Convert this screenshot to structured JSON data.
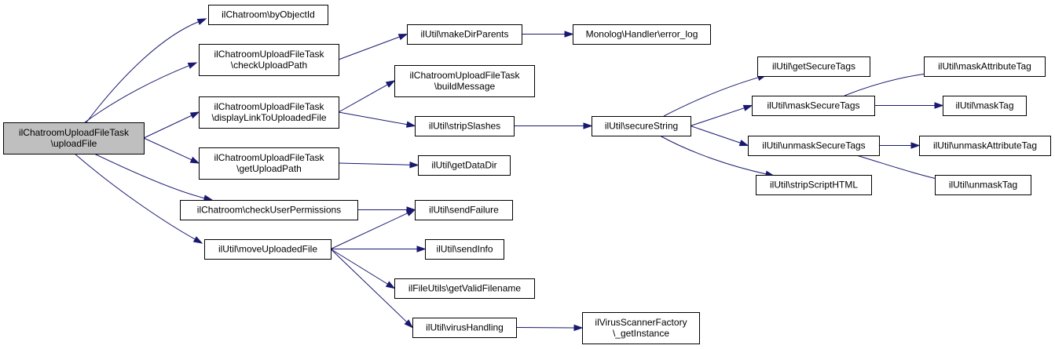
{
  "colors": {
    "edge": "#191970",
    "root_fill": "#bfbfbf",
    "node_fill": "#ffffff",
    "node_stroke": "#000000"
  },
  "nodes": [
    {
      "id": "uploadFile",
      "lines": [
        "ilChatroomUploadFileTask",
        "\\uploadFile"
      ],
      "root": true
    },
    {
      "id": "byObjectId",
      "lines": [
        "ilChatroom\\byObjectId"
      ]
    },
    {
      "id": "checkUploadPath",
      "lines": [
        "ilChatroomUploadFileTask",
        "\\checkUploadPath"
      ]
    },
    {
      "id": "displayLink",
      "lines": [
        "ilChatroomUploadFileTask",
        "\\displayLinkToUploadedFile"
      ]
    },
    {
      "id": "getUploadPath",
      "lines": [
        "ilChatroomUploadFileTask",
        "\\getUploadPath"
      ]
    },
    {
      "id": "checkUserPermissions",
      "lines": [
        "ilChatroom\\checkUserPermissions"
      ]
    },
    {
      "id": "moveUploadedFile",
      "lines": [
        "ilUtil\\moveUploadedFile"
      ]
    },
    {
      "id": "makeDirParents",
      "lines": [
        "ilUtil\\makeDirParents"
      ]
    },
    {
      "id": "errorLog",
      "lines": [
        "Monolog\\Handler\\error_log"
      ]
    },
    {
      "id": "buildMessage",
      "lines": [
        "ilChatroomUploadFileTask",
        "\\buildMessage"
      ]
    },
    {
      "id": "stripSlashes",
      "lines": [
        "ilUtil\\stripSlashes"
      ]
    },
    {
      "id": "getDataDir",
      "lines": [
        "ilUtil\\getDataDir"
      ]
    },
    {
      "id": "sendFailure",
      "lines": [
        "ilUtil\\sendFailure"
      ]
    },
    {
      "id": "sendInfo",
      "lines": [
        "ilUtil\\sendInfo"
      ]
    },
    {
      "id": "getValidFilename",
      "lines": [
        "ilFileUtils\\getValidFilename"
      ]
    },
    {
      "id": "virusHandling",
      "lines": [
        "ilUtil\\virusHandling"
      ]
    },
    {
      "id": "getInstance",
      "lines": [
        "ilVirusScannerFactory",
        "\\_getInstance"
      ]
    },
    {
      "id": "secureString",
      "lines": [
        "ilUtil\\secureString"
      ]
    },
    {
      "id": "getSecureTags",
      "lines": [
        "ilUtil\\getSecureTags"
      ]
    },
    {
      "id": "maskSecureTags",
      "lines": [
        "ilUtil\\maskSecureTags"
      ]
    },
    {
      "id": "unmaskSecureTags",
      "lines": [
        "ilUtil\\unmaskSecureTags"
      ]
    },
    {
      "id": "stripScriptHTML",
      "lines": [
        "ilUtil\\stripScriptHTML"
      ]
    },
    {
      "id": "maskAttributeTag",
      "lines": [
        "ilUtil\\maskAttributeTag"
      ]
    },
    {
      "id": "maskTag",
      "lines": [
        "ilUtil\\maskTag"
      ]
    },
    {
      "id": "unmaskAttributeTag",
      "lines": [
        "ilUtil\\unmaskAttributeTag"
      ]
    },
    {
      "id": "unmaskTag",
      "lines": [
        "ilUtil\\unmaskTag"
      ]
    }
  ],
  "edges": [
    {
      "from": "uploadFile",
      "to": "byObjectId"
    },
    {
      "from": "uploadFile",
      "to": "checkUploadPath"
    },
    {
      "from": "uploadFile",
      "to": "displayLink"
    },
    {
      "from": "uploadFile",
      "to": "getUploadPath"
    },
    {
      "from": "uploadFile",
      "to": "checkUserPermissions"
    },
    {
      "from": "uploadFile",
      "to": "moveUploadedFile"
    },
    {
      "from": "checkUploadPath",
      "to": "makeDirParents"
    },
    {
      "from": "makeDirParents",
      "to": "errorLog"
    },
    {
      "from": "displayLink",
      "to": "buildMessage"
    },
    {
      "from": "displayLink",
      "to": "stripSlashes"
    },
    {
      "from": "stripSlashes",
      "to": "secureString"
    },
    {
      "from": "getUploadPath",
      "to": "getDataDir"
    },
    {
      "from": "checkUserPermissions",
      "to": "sendFailure"
    },
    {
      "from": "moveUploadedFile",
      "to": "sendFailure"
    },
    {
      "from": "moveUploadedFile",
      "to": "sendInfo"
    },
    {
      "from": "moveUploadedFile",
      "to": "getValidFilename"
    },
    {
      "from": "moveUploadedFile",
      "to": "virusHandling"
    },
    {
      "from": "virusHandling",
      "to": "getInstance"
    },
    {
      "from": "secureString",
      "to": "getSecureTags"
    },
    {
      "from": "secureString",
      "to": "maskSecureTags"
    },
    {
      "from": "secureString",
      "to": "unmaskSecureTags"
    },
    {
      "from": "secureString",
      "to": "stripScriptHTML"
    },
    {
      "from": "maskSecureTags",
      "to": "maskAttributeTag"
    },
    {
      "from": "maskSecureTags",
      "to": "maskTag"
    },
    {
      "from": "unmaskSecureTags",
      "to": "unmaskAttributeTag"
    },
    {
      "from": "unmaskSecureTags",
      "to": "unmaskTag"
    }
  ]
}
